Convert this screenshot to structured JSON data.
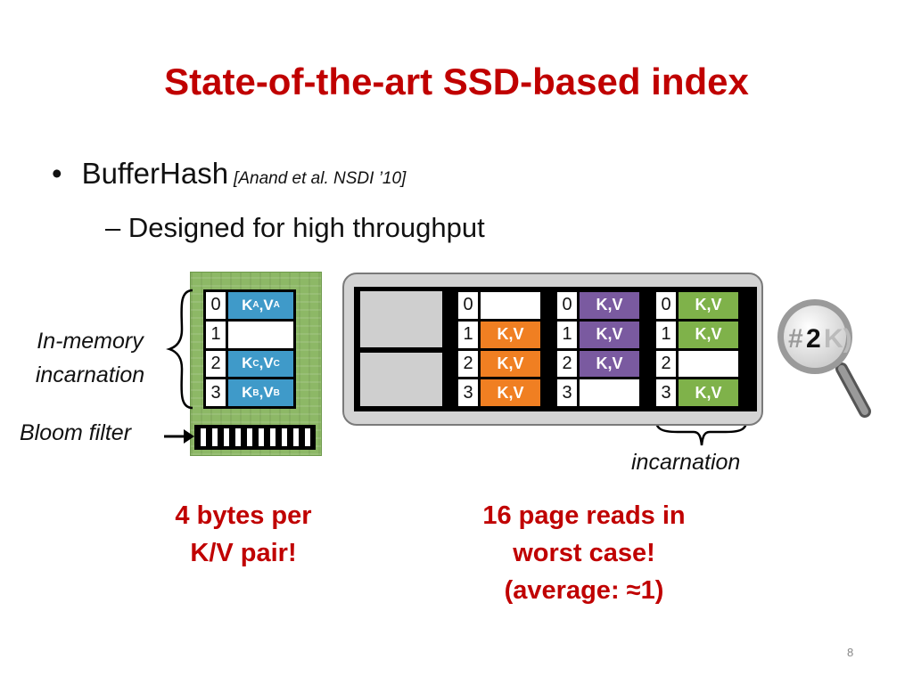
{
  "title": "State-of-the-art SSD-based index",
  "bullet": {
    "text": "BufferHash",
    "citation": "[Anand et al. NSDI ’10]",
    "sub": "– Designed for high throughput"
  },
  "memory": {
    "rows": [
      {
        "index": "0",
        "k": "K",
        "ksub": "A",
        "v": "V",
        "vsub": "A"
      },
      {
        "index": "1"
      },
      {
        "index": "2",
        "k": "K",
        "ksub": "C",
        "v": "V",
        "vsub": "C"
      },
      {
        "index": "3",
        "k": "K",
        "ksub": "B",
        "v": "V",
        "vsub": "B"
      }
    ],
    "label_line1": "In-memory",
    "label_line2": "incarnation",
    "bloom_label": "Bloom filter"
  },
  "ssd": {
    "tables": [
      {
        "rows": [
          {
            "index": "0",
            "value": ""
          },
          {
            "index": "1",
            "value": "K,V"
          },
          {
            "index": "2",
            "value": "K,V"
          },
          {
            "index": "3",
            "value": "K,V"
          }
        ],
        "color": "#f07f22"
      },
      {
        "rows": [
          {
            "index": "0",
            "value": "K,V"
          },
          {
            "index": "1",
            "value": "K,V"
          },
          {
            "index": "2",
            "value": "K,V"
          },
          {
            "index": "3",
            "value": ""
          }
        ],
        "color": "#7a5aa0"
      },
      {
        "rows": [
          {
            "index": "0",
            "value": "K,V"
          },
          {
            "index": "1",
            "value": "K,V"
          },
          {
            "index": "2",
            "value": ""
          },
          {
            "index": "3",
            "value": "K,V"
          }
        ],
        "color": "#7fb24a"
      }
    ],
    "incarnation_label": "incarnation"
  },
  "magnifier": {
    "icon": "magnifier-hash-icon",
    "hash": "#",
    "number": "2",
    "paren_text": "K)"
  },
  "notes": {
    "left_line1": "4 bytes per",
    "left_line2": "K/V pair!",
    "right_line1": "16 page reads in",
    "right_line2": "worst case!",
    "right_line3": "(average: ≈1)"
  },
  "page_number": "8",
  "colors": {
    "title": "#c00000",
    "memory_cell": "#3f9ac9",
    "board": "#8db866"
  }
}
